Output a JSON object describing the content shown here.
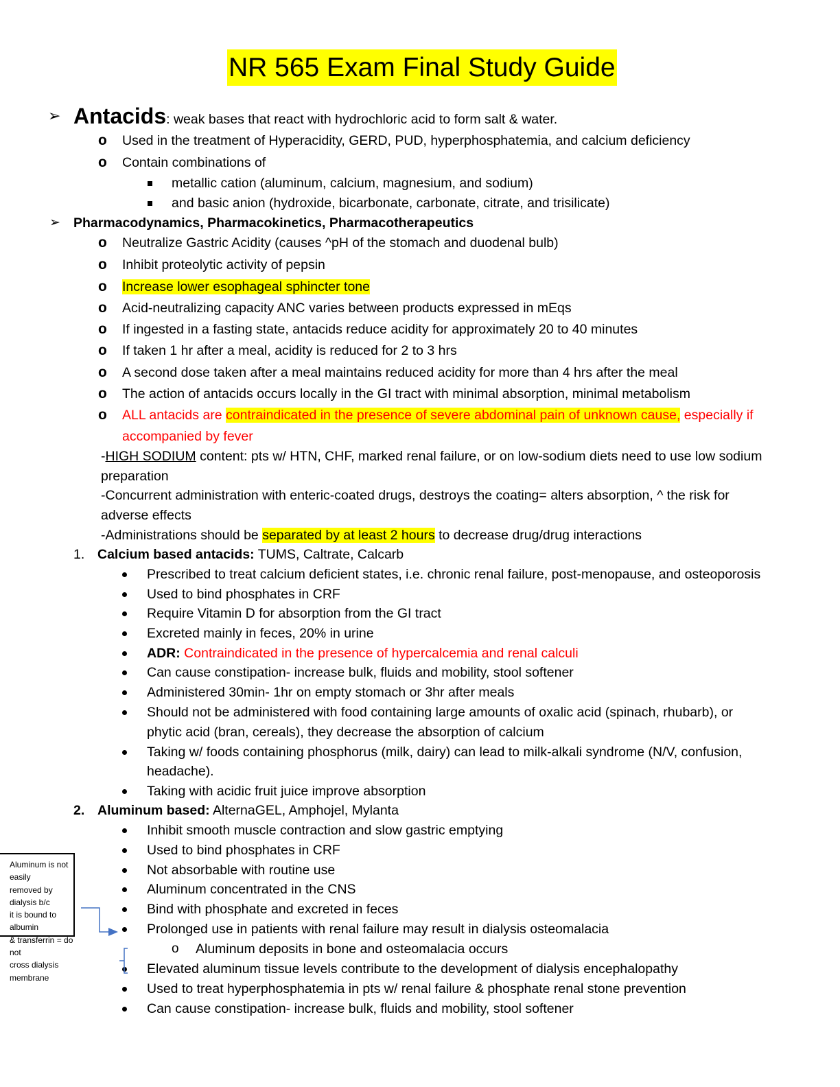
{
  "title": "NR 565 Exam Final Study Guide",
  "antacids": {
    "heading": "Antacids",
    "definition": ": weak bases that react with hydrochloric acid to form salt & water.",
    "items": [
      "Used in the treatment of Hyperacidity, GERD, PUD, hyperphosphatemia, and calcium deficiency",
      "Contain combinations of"
    ],
    "sub_items": [
      "metallic cation (aluminum, calcium, magnesium, and sodium)",
      "and basic anion (hydroxide, bicarbonate, carbonate, citrate, and trisilicate)"
    ]
  },
  "pharm": {
    "heading": "Pharmacodynamics, Pharmacokinetics, Pharmacotherapeutics",
    "items": [
      "Neutralize Gastric Acidity (causes ^pH of the stomach and duodenal bulb)",
      "Inhibit proteolytic activity of pepsin",
      "Increase lower esophageal sphincter tone",
      "Acid-neutralizing capacity ANC varies between products expressed in mEqs",
      "If ingested in a fasting state, antacids reduce acidity for approximately 20 to 40 minutes",
      "If taken 1 hr after a meal, acidity is reduced for 2 to 3 hrs",
      "A second dose taken after a meal maintains reduced acidity for more than 4 hrs after the meal",
      "The action of antacids occurs locally in the GI tract with minimal absorption, minimal metabolism"
    ],
    "contra": {
      "a": "ALL antacids are ",
      "b": "contraindicated in the presence of severe abdominal pain of unknown cause,",
      "c": " especially if",
      "d": "accompanied by fever"
    },
    "sodium": {
      "dash": "-",
      "u": "HIGH SODIUM",
      "rest": " content: pts w/ HTN, CHF, marked renal failure, or on low-sodium diets need to use low sodium",
      "cont": "preparation"
    },
    "enteric": {
      "line1": "-Concurrent administration with enteric-coated drugs, destroys the coating= alters absorption, ^ the risk for",
      "line2": "adverse effects"
    },
    "separate": {
      "a": "-Administrations should be ",
      "b": "separated by at least 2 hours",
      "c": " to decrease drug/drug interactions"
    }
  },
  "calcium": {
    "num": "1.",
    "label": "Calcium based antacids:",
    "brands": " TUMS, Caltrate, Calcarb",
    "items": [
      "Prescribed to treat calcium deficient states, i.e. chronic renal failure, post-menopause, and osteoporosis",
      "Used to bind phosphates in CRF",
      "Require Vitamin D for absorption from the GI tract",
      "Excreted mainly in feces, 20% in urine"
    ],
    "adr_label": "ADR:",
    "adr_text": " Contraindicated in the presence of hypercalcemia and renal calculi",
    "items2": [
      "Can cause constipation- increase bulk, fluids and mobility, stool softener",
      "Administered 30min- 1hr on empty stomach or 3hr after meals"
    ],
    "oxalic": [
      "Should not be administered with food containing large amounts of oxalic acid (spinach, rhubarb), or",
      "phytic acid (bran, cereals), they decrease the absorption of calcium"
    ],
    "phos": [
      "Taking w/ foods containing phosphorus (milk, dairy) can lead to milk-alkali syndrome (N/V, confusion,",
      "headache)."
    ],
    "juice": "Taking with acidic fruit juice improve absorption"
  },
  "aluminum": {
    "num": "2.",
    "label": "Aluminum based:",
    "brands": " AlternaGEL, Amphojel, Mylanta",
    "items": [
      "Inhibit smooth muscle contraction and slow gastric emptying",
      "Used to bind phosphates in CRF",
      "Not absorbable with routine use",
      "Aluminum concentrated in the CNS",
      "Bind with phosphate and excreted in feces",
      "Prolonged use in patients with renal failure may result in dialysis osteomalacia"
    ],
    "sub_item": "Aluminum deposits in bone and osteomalacia occurs",
    "items2": [
      "Elevated aluminum tissue levels contribute to the development of dialysis encephalopathy",
      "Used to treat hyperphosphatemia in pts w/ renal failure & phosphate renal stone prevention",
      "Can cause constipation- increase bulk, fluids and mobility, stool softener"
    ]
  },
  "callout": {
    "lines": [
      "Aluminum is not easily",
      "removed by dialysis b/c",
      "it is bound to albumin",
      "& transferrin = do not",
      "cross dialysis",
      "membrane"
    ]
  },
  "colors": {
    "highlight": "#ffff00",
    "red": "#ff0000",
    "connector": "#4472c4"
  }
}
